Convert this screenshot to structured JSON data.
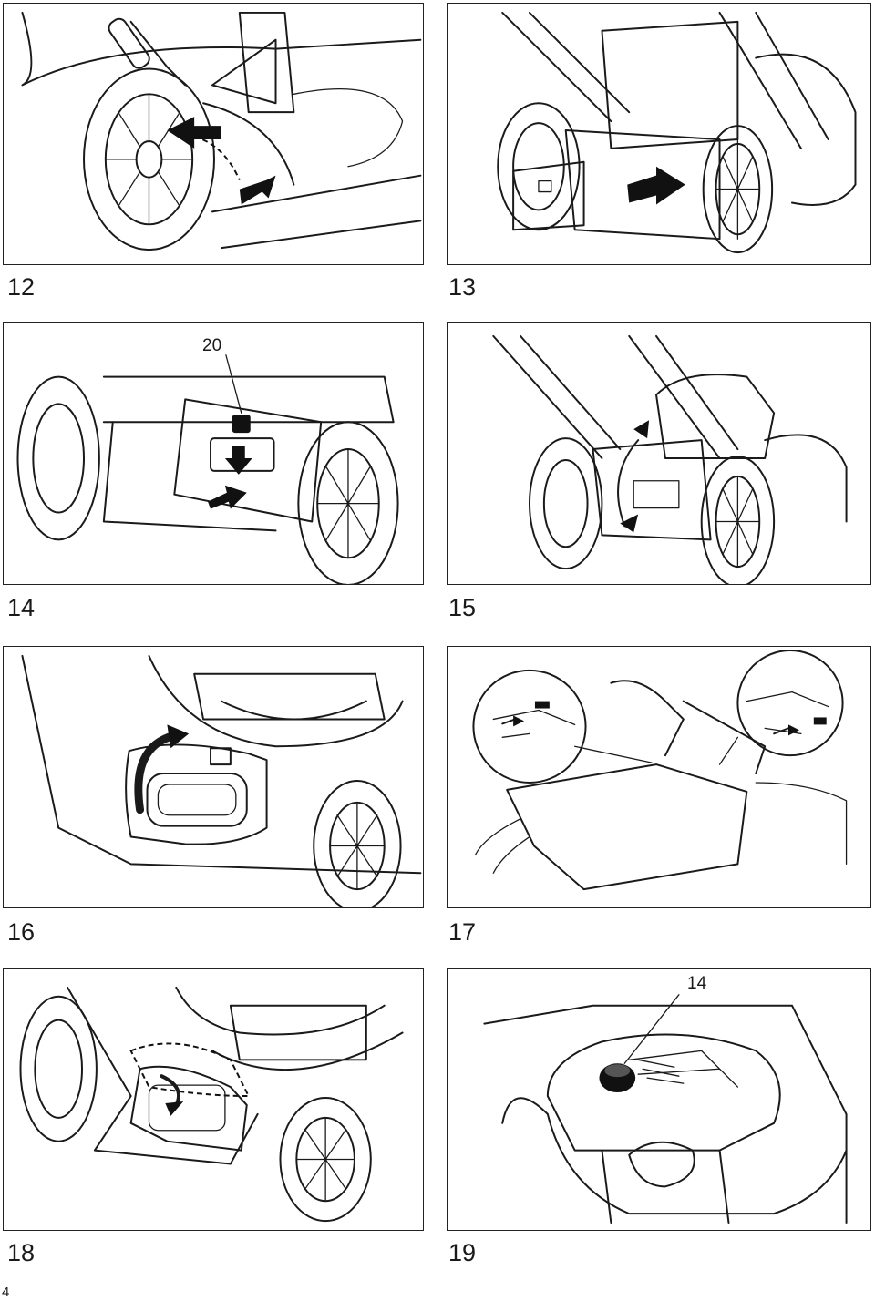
{
  "figures": [
    {
      "number": "12",
      "callout": ""
    },
    {
      "number": "13",
      "callout": ""
    },
    {
      "number": "14",
      "callout": "20"
    },
    {
      "number": "15",
      "callout": ""
    },
    {
      "number": "16",
      "callout": ""
    },
    {
      "number": "17",
      "callout": ""
    },
    {
      "number": "18",
      "callout": ""
    },
    {
      "number": "19",
      "callout": "14"
    }
  ],
  "page_number": "4"
}
